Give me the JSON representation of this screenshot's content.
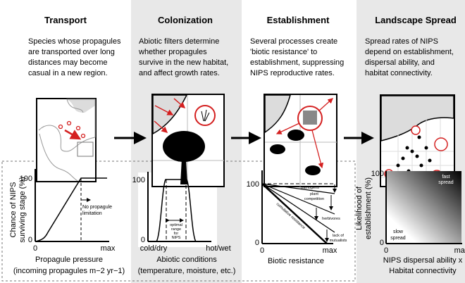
{
  "stages": [
    {
      "title": "Transport",
      "lines": [
        "Species whose propagules",
        "are transported over long",
        "distances may become",
        "casual in a new region."
      ]
    },
    {
      "title": "Colonization",
      "lines": [
        "Abiotic filters determine",
        "whether propagules",
        "survive in the new habitat,",
        "and affect growth rates."
      ]
    },
    {
      "title": "Establishment",
      "lines": [
        "Several processes create",
        "'biotic resistance' to",
        "establishment, suppressing",
        "NIPS reproductive rates."
      ]
    },
    {
      "title": "Landscape Spread",
      "lines": [
        "Spread rates of NIPS",
        "depend on establishment,",
        "dispersal ability, and",
        "habitat connectivity."
      ]
    }
  ],
  "colors": {
    "panel_gray": "#e8e8e8",
    "red": "#d42020",
    "water": "#dcdcdc"
  },
  "charts": {
    "transport": {
      "ylabel": [
        "Chance of NIPS",
        "surviving stage (%)"
      ],
      "y_ticks": [
        "0",
        "100"
      ],
      "x_ticks": [
        "0",
        "max"
      ],
      "xlabel": [
        "Propagule pressure",
        "(incoming propagules m−2 yr−1)"
      ],
      "annotation": [
        "No propagule",
        "limitation"
      ]
    },
    "colonization": {
      "y_ticks": [
        "0",
        "100"
      ],
      "x_ticks": [
        "cold/dry",
        "hot/wet"
      ],
      "xlabel": [
        "Abiotic conditions",
        "(temperature, moisture, etc.)"
      ],
      "annotation": [
        "optimal",
        "range",
        "for",
        "NIPS"
      ]
    },
    "establishment": {
      "y_ticks": [
        "0",
        "100"
      ],
      "x_ticks": [
        "0",
        "max"
      ],
      "xlabel": "Biotic resistance",
      "labels": {
        "pathogens": "pathogens",
        "competition": [
          "plant",
          "competition"
        ],
        "herbivores": "herbivores",
        "mutualists": [
          "lack of",
          "mutualists"
        ],
        "cumulative": "cumulative resistance"
      }
    },
    "spread": {
      "ylabel": [
        "Likelihood of",
        "establishment (%)"
      ],
      "y_ticks": [
        "0",
        "100"
      ],
      "x_ticks": [
        "0",
        "max"
      ],
      "xlabel": [
        "NIPS dispersal ability x",
        "Habitat connectivity"
      ],
      "corner_high": [
        "fast",
        "spread"
      ],
      "corner_low": [
        "slow",
        "spread"
      ]
    }
  }
}
